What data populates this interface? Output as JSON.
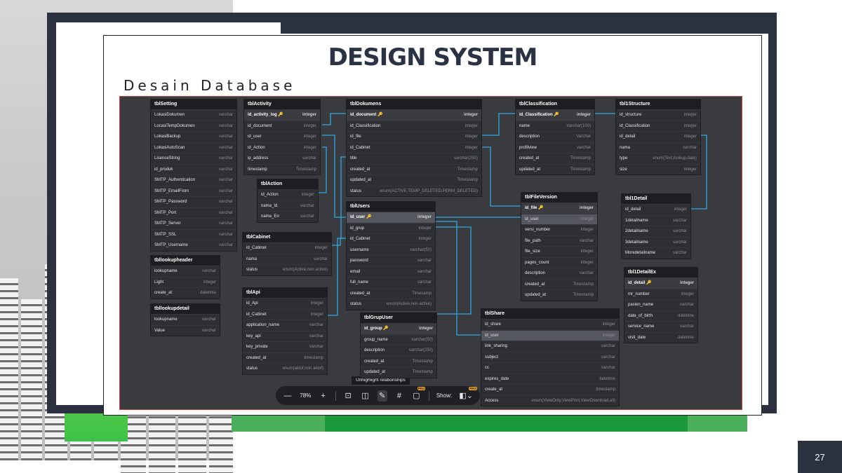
{
  "slide": {
    "title": "DESIGN SYSTEM",
    "subtitle": "Desain Database",
    "page_number": "27",
    "colors": {
      "frame": "#2c3140",
      "accent_green": "#1a9a3d",
      "canvas": "#3a3b3f",
      "relation_line": "#2ea7e0"
    }
  },
  "diagram": {
    "tables": [
      {
        "name": "tblSetting",
        "rows": [
          {
            "col": "LokasiDokumen",
            "type": "varchar"
          },
          {
            "col": "LocasiTempDokumen",
            "type": "varchar"
          },
          {
            "col": "LokasiBackup",
            "type": "varchar"
          },
          {
            "col": "LokasiAutoScan",
            "type": "varchar"
          },
          {
            "col": "LisenceString",
            "type": "varchar"
          },
          {
            "col": "id_produk",
            "type": "varchar"
          },
          {
            "col": "SMTP_Authentication",
            "type": "varchar"
          },
          {
            "col": "SMTP_EmailFrom",
            "type": "varchar"
          },
          {
            "col": "SMTP_Password",
            "type": "varchar"
          },
          {
            "col": "SMTP_Port",
            "type": "varchar"
          },
          {
            "col": "SMTP_Server",
            "type": "varchar"
          },
          {
            "col": "SMTP_SSL",
            "type": "varchar"
          },
          {
            "col": "SMTP_Username",
            "type": "varchar"
          }
        ]
      },
      {
        "name": "tblActivity",
        "rows": [
          {
            "col": "id_activity_log",
            "type": "integer",
            "pk": true
          },
          {
            "col": "id_document",
            "type": "integer"
          },
          {
            "col": "id_user",
            "type": "integer"
          },
          {
            "col": "id_Action",
            "type": "integer"
          },
          {
            "col": "ip_address",
            "type": "varchar"
          },
          {
            "col": "timestamp",
            "type": "Timestamp"
          }
        ]
      },
      {
        "name": "tblAction",
        "rows": [
          {
            "col": "id_Action",
            "type": "integer"
          },
          {
            "col": "nama_Id",
            "type": "varchar"
          },
          {
            "col": "nama_En",
            "type": "varchar"
          }
        ]
      },
      {
        "name": "tblCabinet",
        "rows": [
          {
            "col": "id_Cabinet",
            "type": "integer"
          },
          {
            "col": "nama",
            "type": "varchar"
          },
          {
            "col": "status",
            "type": "enum(Active,non active)"
          }
        ]
      },
      {
        "name": "tblApi",
        "rows": [
          {
            "col": "id_Api",
            "type": "integer"
          },
          {
            "col": "id_Cabinet",
            "type": "integer"
          },
          {
            "col": "application_name",
            "type": "varchar"
          },
          {
            "col": "key_api",
            "type": "varchar"
          },
          {
            "col": "key_private",
            "type": "varchar"
          },
          {
            "col": "created_at",
            "type": "timestamp"
          },
          {
            "col": "status",
            "type": "enum(aktof,non aktof)"
          }
        ]
      },
      {
        "name": "tbllookupheader",
        "rows": [
          {
            "col": "lookupname",
            "type": "varchar"
          },
          {
            "col": "Light",
            "type": "integer"
          },
          {
            "col": "create_at",
            "type": "datetime"
          }
        ]
      },
      {
        "name": "tbllookupdetail",
        "rows": [
          {
            "col": "lookupname",
            "type": "varchar"
          },
          {
            "col": "Value",
            "type": "varchar"
          }
        ]
      },
      {
        "name": "tblDokumens",
        "rows": [
          {
            "col": "id_document",
            "type": "integer",
            "pk": true
          },
          {
            "col": "id_Classification",
            "type": "integer"
          },
          {
            "col": "id_file",
            "type": "integer"
          },
          {
            "col": "id_Cabinet",
            "type": "integer"
          },
          {
            "col": "title",
            "type": "varchar(250)"
          },
          {
            "col": "created_at",
            "type": "Timestamp"
          },
          {
            "col": "updated_at",
            "type": "Timestamp"
          },
          {
            "col": "status",
            "type": "enum(ACTIVE,TEMP_DELETED,PERM_DELETED)"
          }
        ]
      },
      {
        "name": "tblUsers",
        "rows": [
          {
            "col": "id_user",
            "type": "integer",
            "pk": true
          },
          {
            "col": "id_grup",
            "type": "integer"
          },
          {
            "col": "id_Cabinet",
            "type": "integer"
          },
          {
            "col": "username",
            "type": "varchar(50)"
          },
          {
            "col": "password",
            "type": "varchar"
          },
          {
            "col": "email",
            "type": "varchar"
          },
          {
            "col": "full_name",
            "type": "varchar"
          },
          {
            "col": "created_at",
            "type": "Timesamp"
          },
          {
            "col": "status",
            "type": "enum(Active,non active)"
          }
        ]
      },
      {
        "name": "tblGrupUser",
        "rows": [
          {
            "col": "id_group",
            "type": "integer",
            "pk": true
          },
          {
            "col": "group_name",
            "type": "varchar(50)"
          },
          {
            "col": "description",
            "type": "varchar(250)"
          },
          {
            "col": "created_at",
            "type": "Timestamp"
          },
          {
            "col": "updated_at",
            "type": "Timestamp"
          }
        ]
      },
      {
        "name": "tblClassification",
        "rows": [
          {
            "col": "id_Classification",
            "type": "integer",
            "pk": true
          },
          {
            "col": "name",
            "type": "Varchar(100)"
          },
          {
            "col": "description",
            "type": "Varchar"
          },
          {
            "col": "profilview",
            "type": "varchar"
          },
          {
            "col": "created_at",
            "type": "Timestamp"
          },
          {
            "col": "updated_at",
            "type": "Timestamp"
          }
        ]
      },
      {
        "name": "tblFileVersion",
        "rows": [
          {
            "col": "id_file",
            "type": "integer",
            "pk": true
          },
          {
            "col": "id_user",
            "type": "integer"
          },
          {
            "col": "versi_number",
            "type": "integer"
          },
          {
            "col": "file_path",
            "type": "varchar"
          },
          {
            "col": "file_size",
            "type": "integer"
          },
          {
            "col": "pages_count",
            "type": "integer"
          },
          {
            "col": "description",
            "type": "varchar"
          },
          {
            "col": "created_at",
            "type": "Timestamp"
          },
          {
            "col": "updated_at",
            "type": "Timestamp"
          }
        ]
      },
      {
        "name": "tblShare",
        "rows": [
          {
            "col": "id_share",
            "type": "integer"
          },
          {
            "col": "id_user",
            "type": "integer"
          },
          {
            "col": "link_sharing",
            "type": "varchar"
          },
          {
            "col": "subject",
            "type": "varchar"
          },
          {
            "col": "cc",
            "type": "varchar"
          },
          {
            "col": "expires_date",
            "type": "datetime"
          },
          {
            "col": "create_at",
            "type": "timestamp"
          },
          {
            "col": "Access",
            "type": "enum(ViewOnly,ViewPrint,ViewDownload,all)"
          }
        ]
      },
      {
        "name": "tbl1Structure",
        "rows": [
          {
            "col": "id_structure",
            "type": "integer"
          },
          {
            "col": "id_Classification",
            "type": "integer"
          },
          {
            "col": "id_detail",
            "type": "integer"
          },
          {
            "col": "nama",
            "type": "varchar"
          },
          {
            "col": "type",
            "type": "enum(Text,lookup,date)"
          },
          {
            "col": "size",
            "type": "integer"
          }
        ]
      },
      {
        "name": "tbl1Detail",
        "rows": [
          {
            "col": "id_detail",
            "type": "integer"
          },
          {
            "col": "1detailname",
            "type": "varchar"
          },
          {
            "col": "2detailname",
            "type": "varchar"
          },
          {
            "col": "3detailname",
            "type": "varchar"
          },
          {
            "col": "Moredetailname",
            "type": "varchar"
          }
        ]
      },
      {
        "name": "tbl1DetailEx",
        "rows": [
          {
            "col": "id_detail",
            "type": "integer",
            "pk": true
          },
          {
            "col": "mr_number",
            "type": "integer"
          },
          {
            "col": "pasien_name",
            "type": "varchar"
          },
          {
            "col": "date_of_birth",
            "type": "datetime"
          },
          {
            "col": "service_name",
            "type": "varchar"
          },
          {
            "col": "visit_date",
            "type": "datetime"
          }
        ]
      }
    ],
    "tooltip": "Unhighlight relationships",
    "toolbar": {
      "zoom": "78%",
      "zoom_out": "—",
      "zoom_in": "+",
      "show_label": "Show:",
      "pro_badge": "PRO"
    }
  }
}
